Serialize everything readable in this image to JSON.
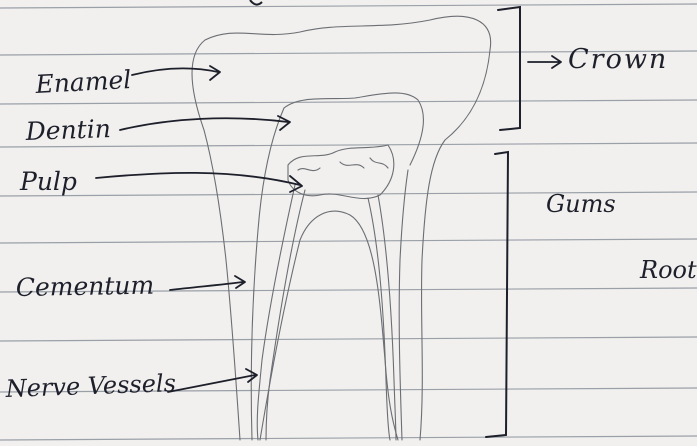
{
  "diagram": {
    "labels": {
      "enamel": "Enamel",
      "dentin": "Dentin",
      "pulp": "Pulp",
      "cementum": "Cementum",
      "nerve_vessels": "Nerve Vessels",
      "crown": "Crown",
      "gums": "Gums",
      "root": "Root"
    }
  },
  "colors": {
    "paper": "#f1f0ee",
    "rule_line": "#9aa0a8",
    "ink": "#1d1f2b",
    "pencil": "#6b6e73"
  }
}
